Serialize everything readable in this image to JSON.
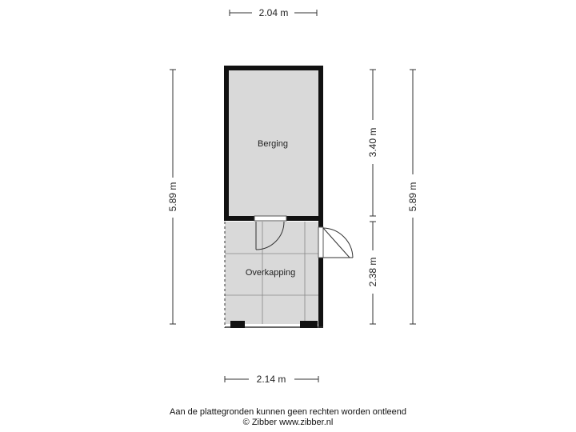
{
  "dimensions": {
    "top_width": "2.04 m",
    "bottom_width": "2.14 m",
    "left_height": "5.89 m",
    "right_total": "5.89 m",
    "right_upper": "3.40 m",
    "right_lower": "2.38 m"
  },
  "rooms": {
    "storage": "Berging",
    "canopy": "Overkapping"
  },
  "footer": {
    "disclaimer": "Aan de plattegronden kunnen geen rechten worden ontleend",
    "copyright": "© Zibber www.zibber.nl"
  },
  "colors": {
    "wall": "#111111",
    "floor": "#d9d9d9",
    "dimension_line": "#333333"
  }
}
